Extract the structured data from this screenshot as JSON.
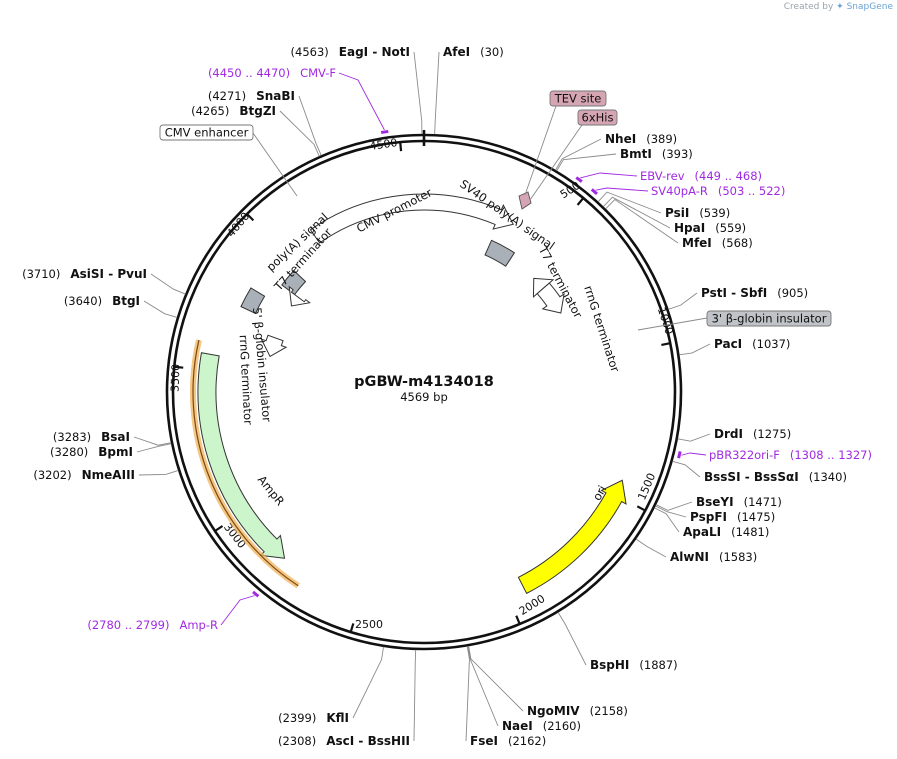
{
  "credit": {
    "prefix": "Created by",
    "brand": "SnapGene"
  },
  "plasmid": {
    "name": "pGBW-m4134018",
    "length_label": "4569 bp",
    "length": 4569
  },
  "ticks": [
    {
      "pos": 500,
      "label": "500"
    },
    {
      "pos": 1000,
      "label": "1000"
    },
    {
      "pos": 1500,
      "label": "1500"
    },
    {
      "pos": 2000,
      "label": "2000"
    },
    {
      "pos": 2500,
      "label": "2500"
    },
    {
      "pos": 3000,
      "label": "3000"
    },
    {
      "pos": 3500,
      "label": "3500"
    },
    {
      "pos": 4000,
      "label": "4000"
    },
    {
      "pos": 4500,
      "label": "4500"
    }
  ],
  "sites": [
    {
      "pos": 4563,
      "pos_text": "(4563)",
      "name": "EagI",
      "name2": "NotI"
    },
    {
      "pos": 30,
      "pos_text": "(30)",
      "name": "AfeI"
    },
    {
      "pos": 389,
      "pos_text": "(389)",
      "name": "NheI"
    },
    {
      "pos": 393,
      "pos_text": "(393)",
      "name": "BmtI"
    },
    {
      "pos": 539,
      "pos_text": "(539)",
      "name": "PsiI"
    },
    {
      "pos": 559,
      "pos_text": "(559)",
      "name": "HpaI"
    },
    {
      "pos": 568,
      "pos_text": "(568)",
      "name": "MfeI"
    },
    {
      "pos": 905,
      "pos_text": "(905)",
      "name": "PstI",
      "name2": "SbfI"
    },
    {
      "pos": 1037,
      "pos_text": "(1037)",
      "name": "PacI"
    },
    {
      "pos": 1275,
      "pos_text": "(1275)",
      "name": "DrdI"
    },
    {
      "pos": 1340,
      "pos_text": "(1340)",
      "name": "BssSI",
      "name2": "BssSαI"
    },
    {
      "pos": 1471,
      "pos_text": "(1471)",
      "name": "BseYI"
    },
    {
      "pos": 1475,
      "pos_text": "(1475)",
      "name": "PspFI"
    },
    {
      "pos": 1481,
      "pos_text": "(1481)",
      "name": "ApaLI"
    },
    {
      "pos": 1583,
      "pos_text": "(1583)",
      "name": "AlwNI"
    },
    {
      "pos": 1887,
      "pos_text": "(1887)",
      "name": "BspHI"
    },
    {
      "pos": 2158,
      "pos_text": "(2158)",
      "name": "NgoMIV"
    },
    {
      "pos": 2160,
      "pos_text": "(2160)",
      "name": "NaeI"
    },
    {
      "pos": 2162,
      "pos_text": "(2162)",
      "name": "FseI"
    },
    {
      "pos": 2308,
      "pos_text": "(2308)",
      "name": "AscI",
      "name2": "BssHII"
    },
    {
      "pos": 2399,
      "pos_text": "(2399)",
      "name": "KflI"
    },
    {
      "pos": 3202,
      "pos_text": "(3202)",
      "name": "NmeAIII"
    },
    {
      "pos": 3280,
      "pos_text": "(3280)",
      "name": "BpmI"
    },
    {
      "pos": 3283,
      "pos_text": "(3283)",
      "name": "BsaI"
    },
    {
      "pos": 3640,
      "pos_text": "(3640)",
      "name": "BtgI"
    },
    {
      "pos": 3710,
      "pos_text": "(3710)",
      "name": "AsiSI",
      "name2": "PvuI"
    },
    {
      "pos": 4265,
      "pos_text": "(4265)",
      "name": "BtgZI"
    },
    {
      "pos": 4271,
      "pos_text": "(4271)",
      "name": "SnaBI"
    }
  ],
  "primers": [
    {
      "range": "(4450 .. 4470)",
      "name": "CMV-F",
      "from": 4450,
      "to": 4470
    },
    {
      "range": "(449 .. 468)",
      "name": "EBV-rev",
      "from": 449,
      "to": 468
    },
    {
      "range": "(503 .. 522)",
      "name": "SV40pA-R",
      "from": 503,
      "to": 522
    },
    {
      "range": "(1308 .. 1327)",
      "name": "pBR322ori-F",
      "from": 1308,
      "to": 1327
    },
    {
      "range": "(2780 .. 2799)",
      "name": "Amp-R",
      "from": 2780,
      "to": 2799
    }
  ],
  "boxed_labels": [
    {
      "text": "CMV enhancer",
      "style": "plain"
    },
    {
      "text": "TEV site",
      "style": "pink"
    },
    {
      "text": "6xHis",
      "style": "pink"
    },
    {
      "text": "3' β-globin insulator",
      "style": "gray"
    }
  ],
  "features": [
    {
      "name": "CMV promoter",
      "kind": "promoter",
      "color": "#ffffff"
    },
    {
      "name": "poly(A) signal",
      "kind": "polyA",
      "color": "#a9b0b8"
    },
    {
      "name": "T7 terminator",
      "kind": "terminator",
      "color": "#ffffff"
    },
    {
      "name": "SV40 poly(A) signal",
      "kind": "polyA",
      "color": "#a9b0b8"
    },
    {
      "name": "T7 terminator",
      "kind": "terminator",
      "color": "#ffffff"
    },
    {
      "name": "rrnG terminator",
      "kind": "terminator",
      "color": "#ffffff"
    },
    {
      "name": "rrnG terminator",
      "kind": "terminator",
      "color": "#ffffff"
    },
    {
      "name": "5' β-globin insulator",
      "kind": "insulator",
      "color": "#a9b0b8"
    },
    {
      "name": "AmpR",
      "kind": "gene",
      "color": "#ccf5cc"
    },
    {
      "name": "ori",
      "kind": "origin",
      "color": "#ffff00"
    }
  ],
  "colors": {
    "primer": "#a12ae0",
    "ori": "#ffff00",
    "ampr": "#ccf5cc",
    "gray_feature": "#a9b0b8",
    "pink_feature": "#d6a5b4",
    "amp_highlight": "#f0b15a",
    "backbone": "#111111"
  }
}
